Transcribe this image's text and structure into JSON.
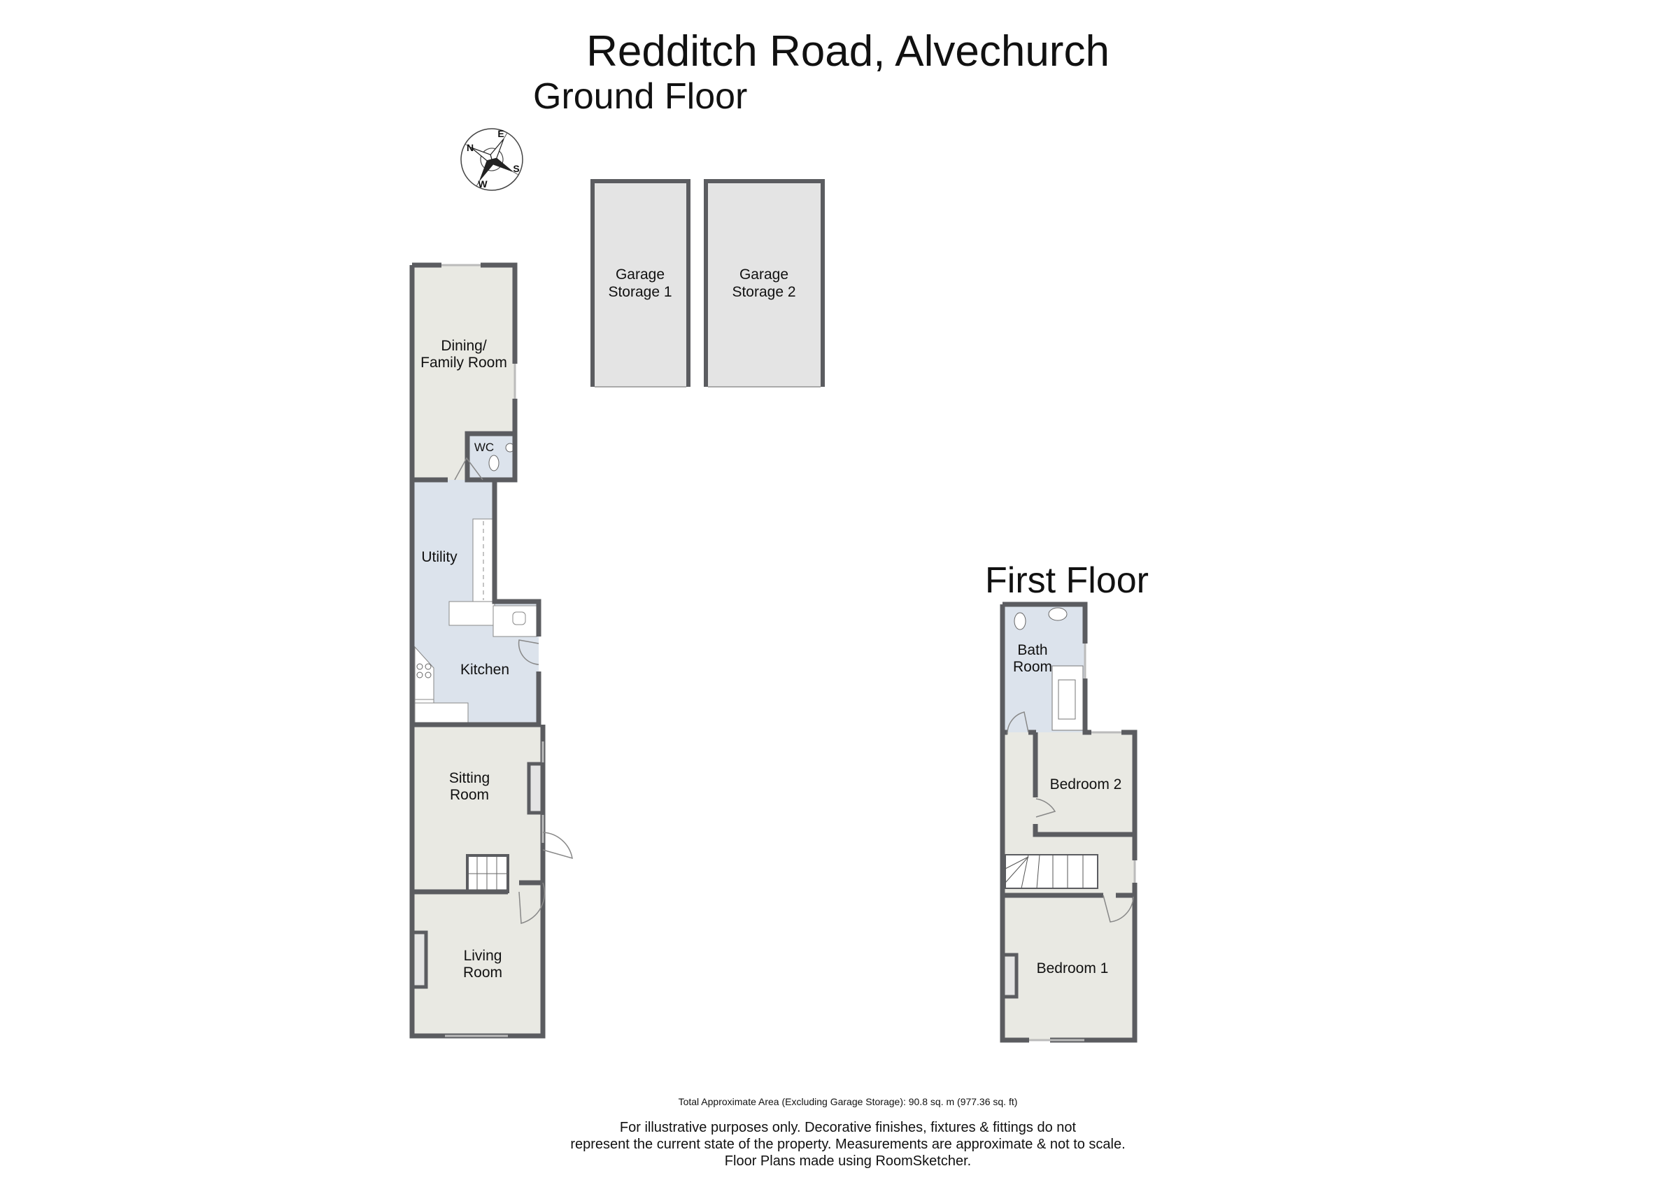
{
  "title": "Redditch Road, Alvechurch",
  "ground_floor": {
    "heading": "Ground Floor",
    "rooms": {
      "dining": [
        "Dining/",
        "Family Room"
      ],
      "wc": "WC",
      "utility": "Utility",
      "kitchen": "Kitchen",
      "sitting": [
        "Sitting",
        "Room"
      ],
      "living": [
        "Living",
        "Room"
      ],
      "garage1": [
        "Garage",
        "Storage 1"
      ],
      "garage2": [
        "Garage",
        "Storage 2"
      ]
    },
    "compass": {
      "n": "N",
      "e": "E",
      "s": "S",
      "w": "W"
    }
  },
  "first_floor": {
    "heading": "First Floor",
    "rooms": {
      "bath": [
        "Bath",
        "Room"
      ],
      "bedroom2": "Bedroom 2",
      "bedroom1": "Bedroom 1"
    }
  },
  "footer": {
    "area": "Total Approximate Area (Excluding Garage Storage): 90.8 sq. m (977.36 sq. ft)",
    "disclaimer_1": "For illustrative purposes only. Decorative finishes, fixtures & fittings do not",
    "disclaimer_2": "represent the current state of the property. Measurements are approximate & not to scale.",
    "disclaimer_3": "Floor Plans made using RoomSketcher."
  },
  "colors": {
    "wall": "#5b5c60",
    "dry_room": "#e9e9e3",
    "wet_room": "#dce3ec",
    "garage": "#e4e4e4"
  }
}
